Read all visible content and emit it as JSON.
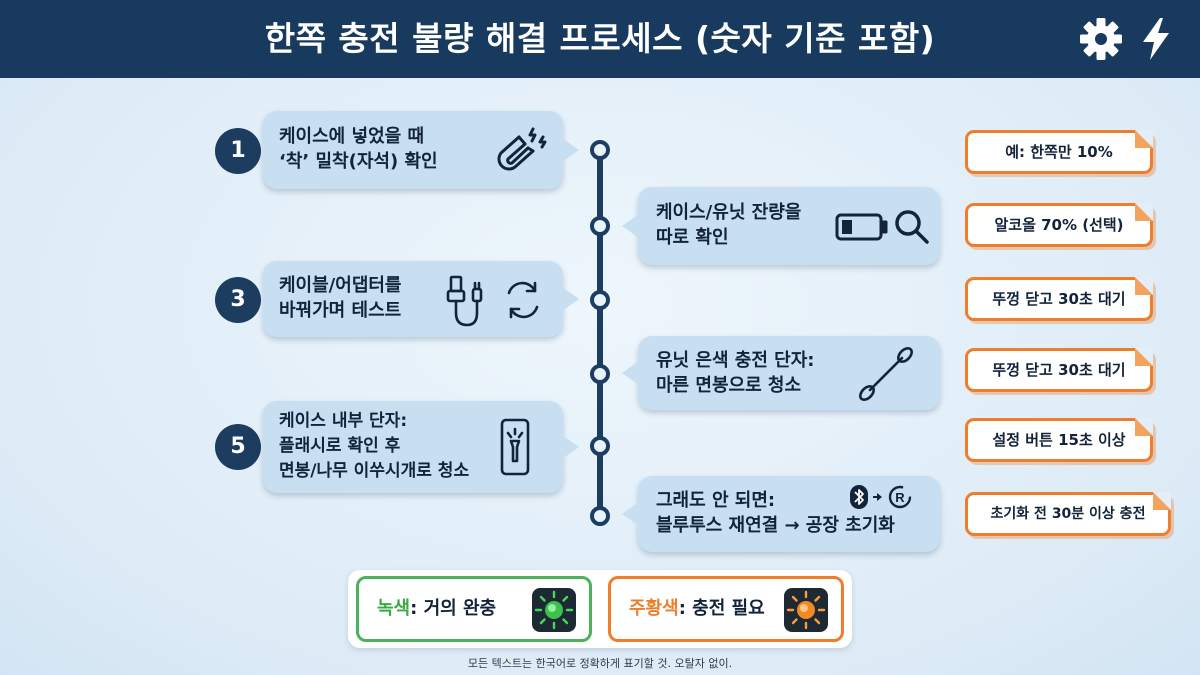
{
  "header": {
    "title": "한쪽 충전 불량 해결 프로세스 (숫자 기준 포함)",
    "icons": [
      "gear-icon",
      "lightning-icon"
    ]
  },
  "steps": [
    {
      "number": "1",
      "lines": [
        "케이스에 넣었을 때",
        "‘착’ 밀착(자석) 확인"
      ],
      "icon": "magnet-icon"
    },
    {
      "number": "",
      "lines": [
        "케이스/유닛 잔량을",
        "따로 확인"
      ],
      "icon": "battery-search-icon"
    },
    {
      "number": "3",
      "lines": [
        "케이블/어댑터를",
        "바꿔가며 테스트"
      ],
      "icon": "usb-cable-refresh-icon"
    },
    {
      "number": "",
      "lines": [
        "유닛 은색 충전 단자:",
        "마른 면봉으로 청소"
      ],
      "icon": "cotton-swab-icon"
    },
    {
      "number": "5",
      "lines": [
        "케이스 내부 단자:",
        "플래시로 확인 후",
        "면봉/나무 이쑤시개로 청소"
      ],
      "icon": "phone-flashlight-icon"
    },
    {
      "number": "",
      "lines": [
        "그래도 안 되면:",
        "블루투스 재연결 → 공장 초기화"
      ],
      "icon": "bluetooth-reset-icon"
    }
  ],
  "tags": [
    "예: 한쪽만 10%",
    "알코올 70% (선택)",
    "뚜껑 닫고 30초 대기",
    "뚜껑 닫고 30초 대기",
    "설정 버튼 15초 이상",
    "초기화 전 30분 이상 충전"
  ],
  "legend": [
    {
      "key": "녹색",
      "label": ": 거의 완충",
      "color": "#3fbf4d",
      "icon": "green-led-icon"
    },
    {
      "key": "주황색",
      "label": ": 충전 필요",
      "color": "#f08a24",
      "icon": "orange-led-icon"
    }
  ],
  "footnote": "모든 텍스트는 한국어로 정확하게 표기할 것. 오탈자 없이.",
  "colors": {
    "navy": "#173a5e",
    "accent_orange": "#ef7d2a",
    "accent_green": "#4cb35a",
    "bubble": "#c8def1"
  }
}
